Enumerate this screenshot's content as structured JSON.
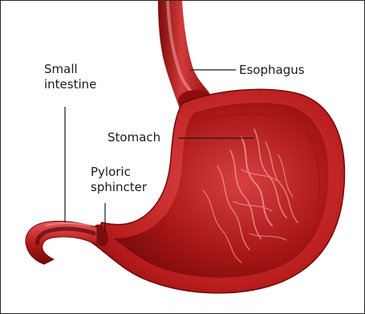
{
  "labels": {
    "small_intestine": "Small\nintestine",
    "esophagus": "Esophagus",
    "stomach": "Stomach",
    "pyloric_sphincter": "Pyloric\nsphincter"
  },
  "colors": {
    "tissue_dark": "#7a0b0b",
    "tissue_mid": "#b81c1c",
    "tissue_light": "#e04848",
    "lumen": "#a01414",
    "highlight": "#f2a0a0",
    "leader_line": "#1b1b1b",
    "frame_border": "#2a2a2a"
  }
}
